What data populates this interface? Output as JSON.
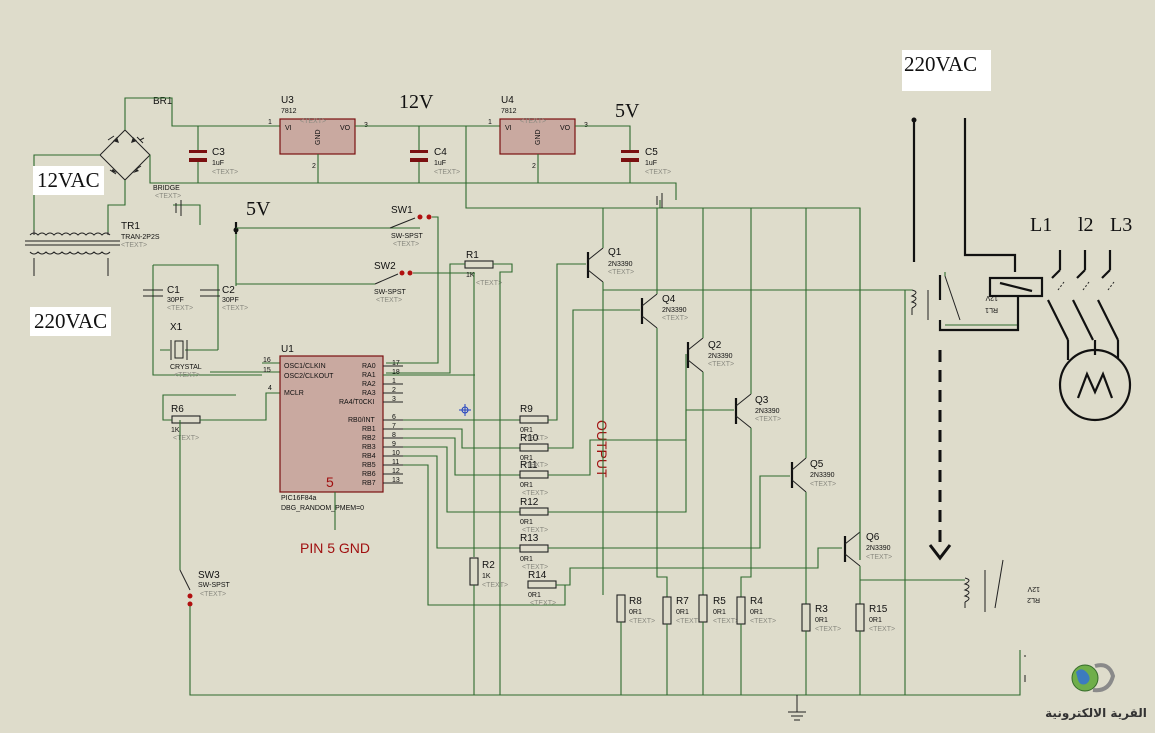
{
  "labels": {
    "vac_in_top": "12VAC",
    "vac_in_bottom": "220VAC",
    "mains": "220VAC",
    "v12": "12V",
    "v5_top": "5V",
    "v5_left": "5V",
    "output": "OUTPUT",
    "pin5gnd": "PIN 5 GND",
    "pin5": "5",
    "l1": "L1",
    "l2": "l2",
    "l3": "L3"
  },
  "components": {
    "br1": "BR1",
    "bridge": "BRIDGE",
    "tr1": "TR1",
    "tr1_val": "TRAN-2P2S",
    "u3": "U3",
    "u3_val": "7812",
    "u4": "U4",
    "u4_val": "7812",
    "vi": "VI",
    "vo": "VO",
    "gnd": "GND",
    "c1": "C1",
    "c1_val": "30PF",
    "c2": "C2",
    "c2_val": "30PF",
    "c3": "C3",
    "c3_val": "1uF",
    "c4": "C4",
    "c4_val": "1uF",
    "c5": "C5",
    "c5_val": "1uF",
    "x1": "X1",
    "x1_val": "CRYSTAL",
    "sw1": "SW1",
    "sw2": "SW2",
    "sw3": "SW3",
    "sw_val": "SW-SPST",
    "r1": "R1",
    "r1_val": "1K",
    "r2": "R2",
    "r2_val": "1K",
    "r6": "R6",
    "r6_val": "1K",
    "u1": "U1",
    "u1_val": "PIC16F84a",
    "u1_sub": "DBG_RANDOM_PMEM=0",
    "q1": "Q1",
    "q2": "Q2",
    "q3": "Q3",
    "q4": "Q4",
    "q5": "Q5",
    "q6": "Q6",
    "q_val": "2N3390",
    "r_0r1": "0R1",
    "rl1": "RL1",
    "rl1_val": "12V",
    "rl2": "RL2",
    "rl2_val": "12V",
    "text_placeholder": "<TEXT>"
  },
  "pins": {
    "osc1": "OSC1/CLKIN",
    "osc2": "OSC2/CLKOUT",
    "mclr": "MCLR",
    "ra0": "RA0",
    "ra1": "RA1",
    "ra2": "RA2",
    "ra3": "RA3",
    "ra4": "RA4/T0CKI",
    "rb0": "RB0/INT",
    "rb1": "RB1",
    "rb2": "RB2",
    "rb3": "RB3",
    "rb4": "RB4",
    "rb5": "RB5",
    "rb6": "RB6",
    "rb7": "RB7",
    "n16": "16",
    "n15": "15",
    "n4": "4",
    "n17": "17",
    "n18": "18",
    "n1": "1",
    "n2": "2",
    "n3": "3",
    "n6": "6",
    "n7": "7",
    "n8": "8",
    "n9": "9",
    "n10": "10",
    "n11": "11",
    "n12": "12",
    "n13": "13"
  },
  "resistors_out": [
    "R9",
    "R10",
    "R11",
    "R12",
    "R13",
    "R14"
  ],
  "resistors_bottom": [
    "R8",
    "R7",
    "R5",
    "R4",
    "R3",
    "R15"
  ],
  "logo_text": "القرية الالكترونية"
}
